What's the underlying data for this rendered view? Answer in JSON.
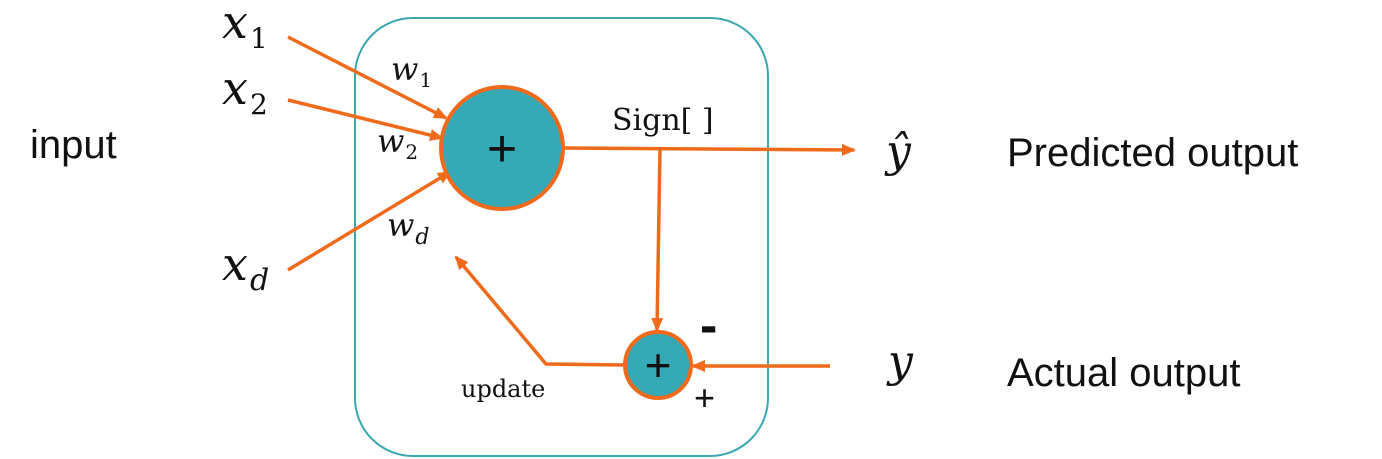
{
  "labels": {
    "input": "input",
    "predicted_output": "Predicted output",
    "actual_output": "Actual output",
    "update": "update",
    "sign": "Sign[ ]",
    "minus": "-",
    "plus_small": "+"
  },
  "inputs": {
    "x1": {
      "base": "x",
      "sub": "1"
    },
    "x2": {
      "base": "x",
      "sub": "2"
    },
    "xd": {
      "base": "x",
      "sub": "d"
    }
  },
  "weights": {
    "w1": {
      "base": "w",
      "sub": "1"
    },
    "w2": {
      "base": "w",
      "sub": "2"
    },
    "wd": {
      "base": "w",
      "sub": "d"
    }
  },
  "outputs": {
    "y_hat": "ŷ",
    "y": "y"
  },
  "nodes": {
    "sum_main": "+",
    "sum_error": "+"
  },
  "colors": {
    "arrow": "#f06a1c",
    "node_fill": "#36a9b6",
    "box_border": "#3aa8b0",
    "text": "#111111"
  }
}
